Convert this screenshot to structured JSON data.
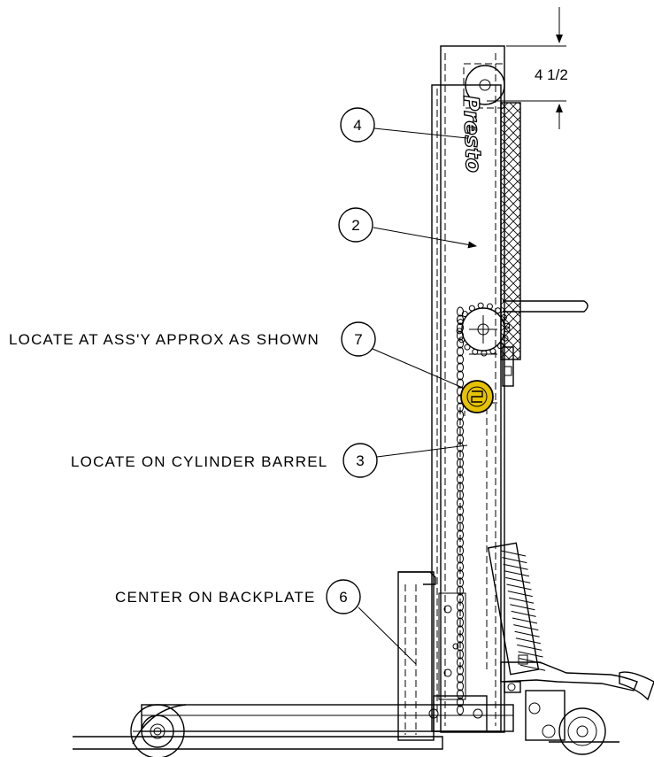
{
  "dimension": {
    "value": "4 1/2"
  },
  "callouts": [
    {
      "number": "4",
      "label": ""
    },
    {
      "number": "2",
      "label": ""
    },
    {
      "number": "7",
      "label": "LOCATE AT ASS'Y APPROX AS SHOWN"
    },
    {
      "number": "3",
      "label": "LOCATE ON CYLINDER BARREL"
    },
    {
      "number": "6",
      "label": "CENTER ON BACKPLATE"
    }
  ],
  "logo": {
    "text": "Presto"
  },
  "colors": {
    "ink": "#000000",
    "badge": "#e6c200",
    "background": "#ffffff"
  }
}
